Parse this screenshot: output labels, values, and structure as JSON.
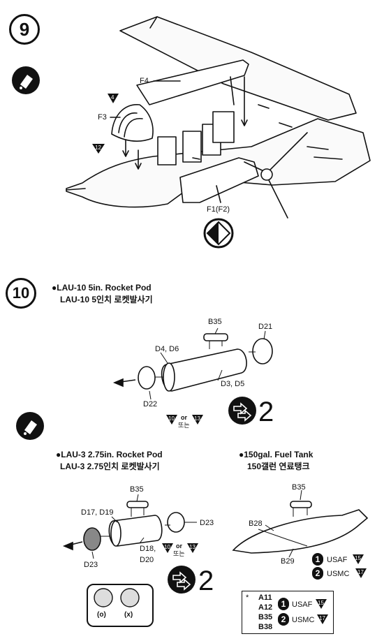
{
  "steps": [
    {
      "number": "9"
    },
    {
      "number": "10"
    }
  ],
  "step9": {
    "parts": [
      "F4",
      "F3",
      "F1(F2)"
    ],
    "markers": [
      "4",
      "12"
    ]
  },
  "step10": {
    "lau10": {
      "title_en": "●LAU-10 5in. Rocket Pod",
      "title_ko": "LAU-10 5인치 로켓발사기",
      "parts": [
        "B35",
        "D21",
        "D4, D6",
        "D3, D5",
        "D22"
      ],
      "markers": [
        "10",
        "13"
      ],
      "or": "or",
      "or_ko": "또는",
      "qty": "2"
    },
    "lau3": {
      "title_en": "●LAU-3 2.75in. Rocket Pod",
      "title_ko": "LAU-3 2.75인치 로켓발사기",
      "parts": [
        "B35",
        "D17, D19",
        "D23",
        "D18,",
        "D20",
        "D23"
      ],
      "markers": [
        "10",
        "13"
      ],
      "or": "or",
      "or_ko": "또는",
      "qty": "2",
      "options": [
        "(o)",
        "(x)"
      ]
    },
    "fuel_tank": {
      "title_en": "●150gal. Fuel Tank",
      "title_ko": "150갤런 연료탱크",
      "parts": [
        "B35",
        "B28",
        "B29"
      ],
      "variants": [
        {
          "num": "1",
          "label": "USAF",
          "marker": "15"
        },
        {
          "num": "2",
          "label": "USMC",
          "marker": "17"
        }
      ]
    },
    "legend": {
      "star": "*",
      "parts": [
        "A11",
        "A12",
        "B35",
        "B38"
      ],
      "variants": [
        {
          "num": "1",
          "label": "USAF",
          "marker": "15"
        },
        {
          "num": "2",
          "label": "USMC",
          "marker": "17"
        }
      ]
    }
  }
}
